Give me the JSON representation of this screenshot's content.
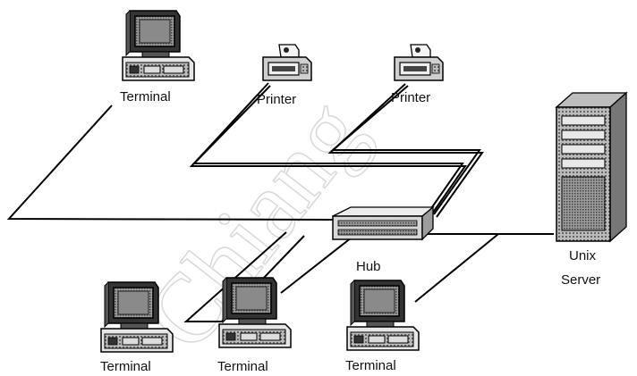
{
  "watermark": "Chiang",
  "nodes": {
    "terminal_top": {
      "label": "Terminal"
    },
    "printer_1": {
      "label": "Printer"
    },
    "printer_2": {
      "label": "Printer"
    },
    "hub": {
      "label": "Hub"
    },
    "server": {
      "label_line1": "Unix",
      "label_line2": "Server"
    },
    "terminal_bl1": {
      "label": "Terminal"
    },
    "terminal_bl2": {
      "label": "Terminal"
    },
    "terminal_bl3": {
      "label": "Terminal"
    }
  },
  "colors": {
    "line": "#000000",
    "device_dark": "#222222",
    "screen": "#777777"
  }
}
